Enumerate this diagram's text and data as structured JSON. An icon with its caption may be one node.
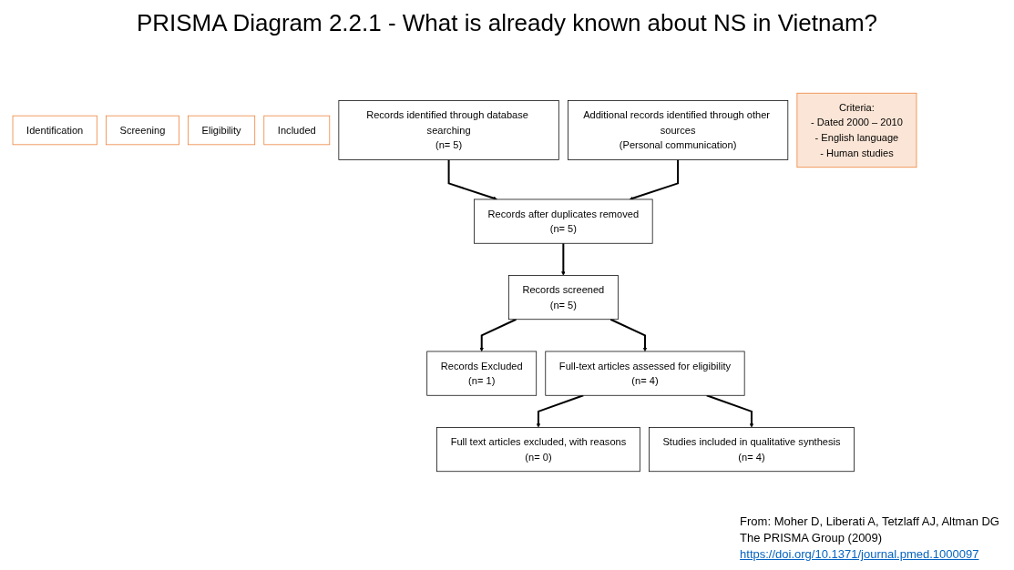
{
  "diagram": {
    "title": "PRISMA Diagram 2.2.1 - What is already known about NS in Vietnam?",
    "nodes": [
      {
        "text": [
          "Identification"
        ]
      },
      {
        "text": [
          "Screening"
        ]
      },
      {
        "text": [
          "Eligibility"
        ]
      },
      {
        "text": [
          "Included"
        ]
      },
      {
        "text": [
          "Records identified through database searching",
          "(n= 5)"
        ]
      },
      {
        "text": [
          "Additional records identified through other sources",
          "(Personal communication)"
        ]
      },
      {
        "text": [
          "Criteria:",
          "- Dated 2000 – 2010",
          "- English language",
          "- Human studies"
        ]
      },
      {
        "text": [
          "Records after duplicates removed",
          "(n= 5)"
        ]
      },
      {
        "text": [
          "Records screened",
          "(n= 5)"
        ]
      },
      {
        "text": [
          "Records Excluded",
          "(n= 1)"
        ]
      },
      {
        "text": [
          "Full-text articles assessed for eligibility",
          "(n= 4)"
        ]
      },
      {
        "text": [
          "Full text articles excluded, with reasons",
          "(n= 0)"
        ]
      },
      {
        "text": [
          "Studies included in qualitative synthesis",
          "(n= 4)"
        ]
      }
    ],
    "edges": [
      {
        "from": 4,
        "to": 7,
        "arrow": "to"
      },
      {
        "from": 5,
        "to": 7,
        "arrow": "to"
      },
      {
        "from": 7,
        "to": 8,
        "arrow": "to"
      },
      {
        "from": 8,
        "to": 9,
        "arrow": "to"
      },
      {
        "from": 8,
        "to": 10,
        "arrow": "to"
      },
      {
        "from": 10,
        "to": 11,
        "arrow": "to"
      },
      {
        "from": 10,
        "to": 12,
        "arrow": "to"
      }
    ],
    "labels": [
      "From: Moher D, Liberati A, Tetzlaff AJ, Altman DG",
      "The PRISMA Group (2009)",
      "https://doi.org/10.1371/journal.pmed.1000097"
    ]
  }
}
